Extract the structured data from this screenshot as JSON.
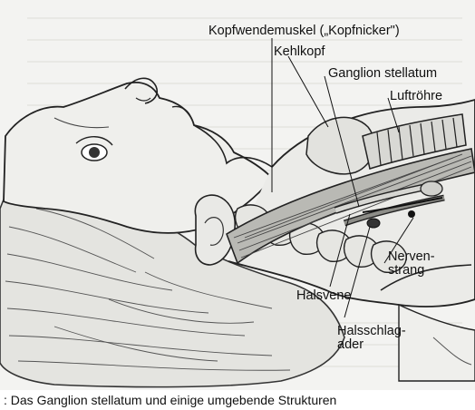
{
  "labels": {
    "kopfwendemuskel": "Kopfwendemuskel („Kopfnicker\")",
    "kehlkopf": "Kehlkopf",
    "ganglion": "Ganglion stellatum",
    "luftroehre": "Luftröhre",
    "nervenstrang_line1": "Nerven-",
    "nervenstrang_line2": "strang",
    "halsvene": "Halsvene",
    "halsschlagader_line1": "Halsschlag-",
    "halsschlagader_line2": "ader"
  },
  "caption": ": Das Ganglion stellatum und einige umgebende Strukturen"
}
